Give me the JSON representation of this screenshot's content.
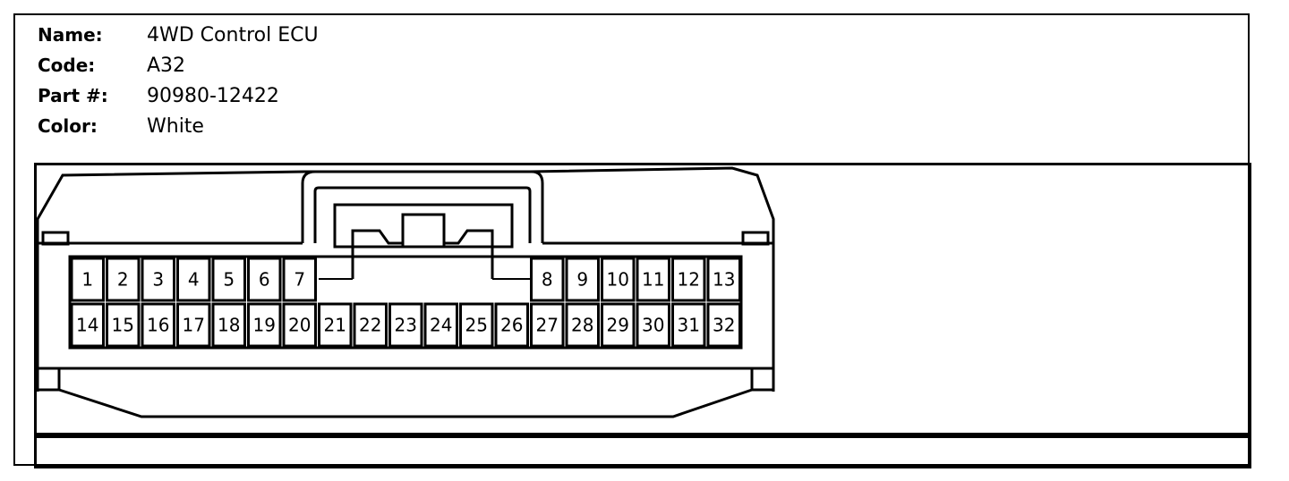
{
  "info": {
    "name_label": "Name:",
    "name_value": "4WD Control ECU",
    "code_label": "Code:",
    "code_value": "A32",
    "part_label": "Part #:",
    "part_value": "90980-12422",
    "color_label": "Color:",
    "color_value": "White"
  },
  "connector": {
    "top_row_left": [
      "1",
      "2",
      "3",
      "4",
      "5",
      "6",
      "7"
    ],
    "top_row_right": [
      "8",
      "9",
      "10",
      "11",
      "12",
      "13"
    ],
    "bottom_row": [
      "14",
      "15",
      "16",
      "17",
      "18",
      "19",
      "20",
      "21",
      "22",
      "23",
      "24",
      "25",
      "26",
      "27",
      "28",
      "29",
      "30",
      "31",
      "32"
    ]
  }
}
